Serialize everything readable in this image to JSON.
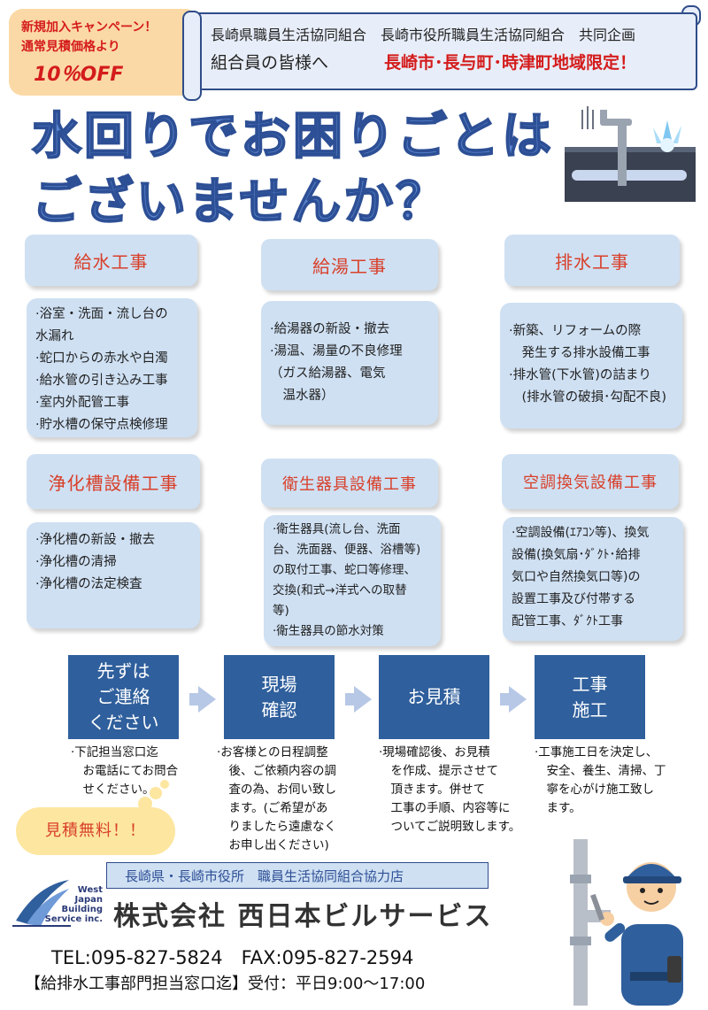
{
  "campaign": {
    "line1": "新規加入キャンペーン！",
    "line2": "通常見積価格より",
    "discount": "10％OFF"
  },
  "header": {
    "cooperatives": "長崎県職員生活協同組合　長崎市役所職員生活協同組合　共同企画",
    "greeting": "組合員の皆様へ",
    "region": "長崎市･長与町･時津町地域限定！"
  },
  "headline": {
    "line1": "水回りでお困りごとは",
    "line2": "ございませんか？"
  },
  "services": [
    {
      "title": "給水工事",
      "items": [
        "·浴室・洗面・流し台の",
        "水漏れ",
        "·蛇口からの赤水や白濁",
        "·給水管の引き込み工事",
        "·室内外配管工事",
        "·貯水槽の保守点検修理"
      ]
    },
    {
      "title": "給湯工事",
      "items": [
        "·給湯器の新設・撤去",
        "·湯温、湯量の不良修理",
        "（ガス給湯器、電気",
        "　温水器）"
      ]
    },
    {
      "title": "排水工事",
      "items": [
        "·新築、リフォームの際",
        "　発生する排水設備工事",
        "·排水管(下水管)の詰まり",
        "　(排水管の破損･勾配不良)"
      ]
    },
    {
      "title": "浄化槽設備工事",
      "items": [
        "·浄化槽の新設・撤去",
        "·浄化槽の清掃",
        "·浄化槽の法定検査"
      ]
    },
    {
      "title": "衛生器具設備工事",
      "items": [
        "·衛生器具(流し台、洗面",
        "台、洗面器、便器、浴槽等)",
        "の取付工事、蛇口等修理、",
        "交換(和式→洋式への取替",
        "等)",
        "·衛生器具の節水対策"
      ]
    },
    {
      "title": "空調換気設備工事",
      "items": [
        "·空調設備(ｴｱｺﾝ等)、換気",
        "設備(換気扇･ﾀﾞｸﾄ･給排",
        "気口や自然換気口等)の",
        "設置工事及び付帯する",
        "配管工事、ﾀﾞｸﾄ工事"
      ]
    }
  ],
  "steps": [
    {
      "label_lines": [
        "先ずは",
        "ご連絡",
        "ください"
      ],
      "note": [
        "·下記担当窓口迄",
        "　お電話にてお問合",
        "　せください。"
      ]
    },
    {
      "label_lines": [
        "現場",
        "確認"
      ],
      "note": [
        "·お客様との日程調整",
        "　後、ご依頼内容の調",
        "　査の為、お伺い致し",
        "　ます。(ご希望があ",
        "　りましたら遠慮なく",
        "　お申し出ください)"
      ]
    },
    {
      "label_lines": [
        "お見積"
      ],
      "note": [
        "·現場確認後、お見積",
        "　を作成、提示させて",
        "　頂きます。併せて",
        "　工事の手順、内容等に",
        "　ついてご説明致します。"
      ]
    },
    {
      "label_lines": [
        "工事",
        "施工"
      ],
      "note": [
        "·工事施工日を決定し、",
        "　安全、養生、清掃、丁",
        "　寧を心がけ施工致し",
        "　ます。"
      ]
    }
  ],
  "free_estimate": "見積無料！！",
  "footer": {
    "partner": "長崎県・長崎市役所　職員生活協同組合協力店",
    "company": "株式会社 西日本ビルサービス",
    "logo_lines": [
      "West",
      "Japan",
      "Building",
      "Service inc."
    ],
    "phone": "TEL:095-827-5824　FAX:095-827-2594",
    "contact": "【給排水工事部門担当窓口迄】受付：平日9:00～17:00"
  },
  "colors": {
    "accent_red": "#d41c1c",
    "headline_blue": "#5a86d0",
    "step_blue": "#2f5f9c",
    "pill_bg": "#cfe0f3",
    "badge_bg": "#fbd9a6"
  }
}
